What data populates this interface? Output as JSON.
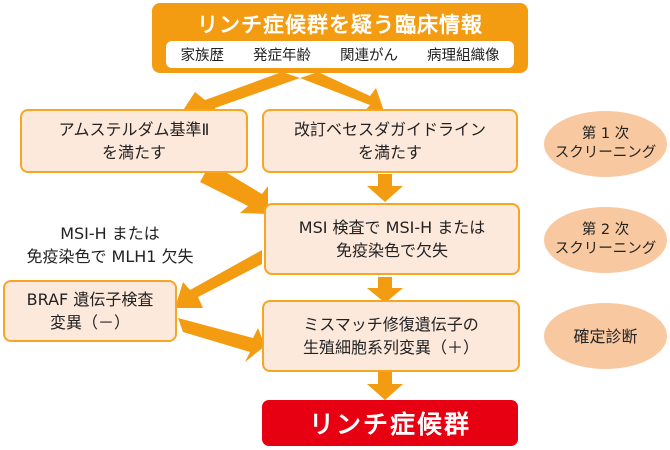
{
  "header": {
    "title": "リンチ症候群を疑う臨床情報",
    "items": [
      "家族歴",
      "発症年齢",
      "関連がん",
      "病理組織像"
    ]
  },
  "criteria": {
    "amsterdam": [
      "アムステルダム基準Ⅱ",
      "を満たす"
    ],
    "bethesda": [
      "改訂ベセスダガイドライン",
      "を満たす"
    ]
  },
  "msi_test": [
    "MSI 検査で MSI-H または",
    "免疫染色で欠失"
  ],
  "side_label": [
    "MSI-H または",
    "免疫染色で MLH1 欠失"
  ],
  "braf": [
    "BRAF 遺伝子検査",
    "変異（－）"
  ],
  "mmr": [
    "ミスマッチ修復遺伝子の",
    "生殖細胞系列変異（＋）"
  ],
  "result": "リンチ症候群",
  "stages": [
    {
      "line1": "第 1 次",
      "line2": "スクリーニング"
    },
    {
      "line1": "第 2 次",
      "line2": "スクリーニング"
    },
    {
      "line1": "確定診断",
      "line2": ""
    }
  ],
  "colors": {
    "accent": "#f39c12",
    "box_fill": "#fde9dc",
    "box_border": "#f5a623",
    "oval_fill": "#f8c9a0",
    "result": "#e60012"
  }
}
